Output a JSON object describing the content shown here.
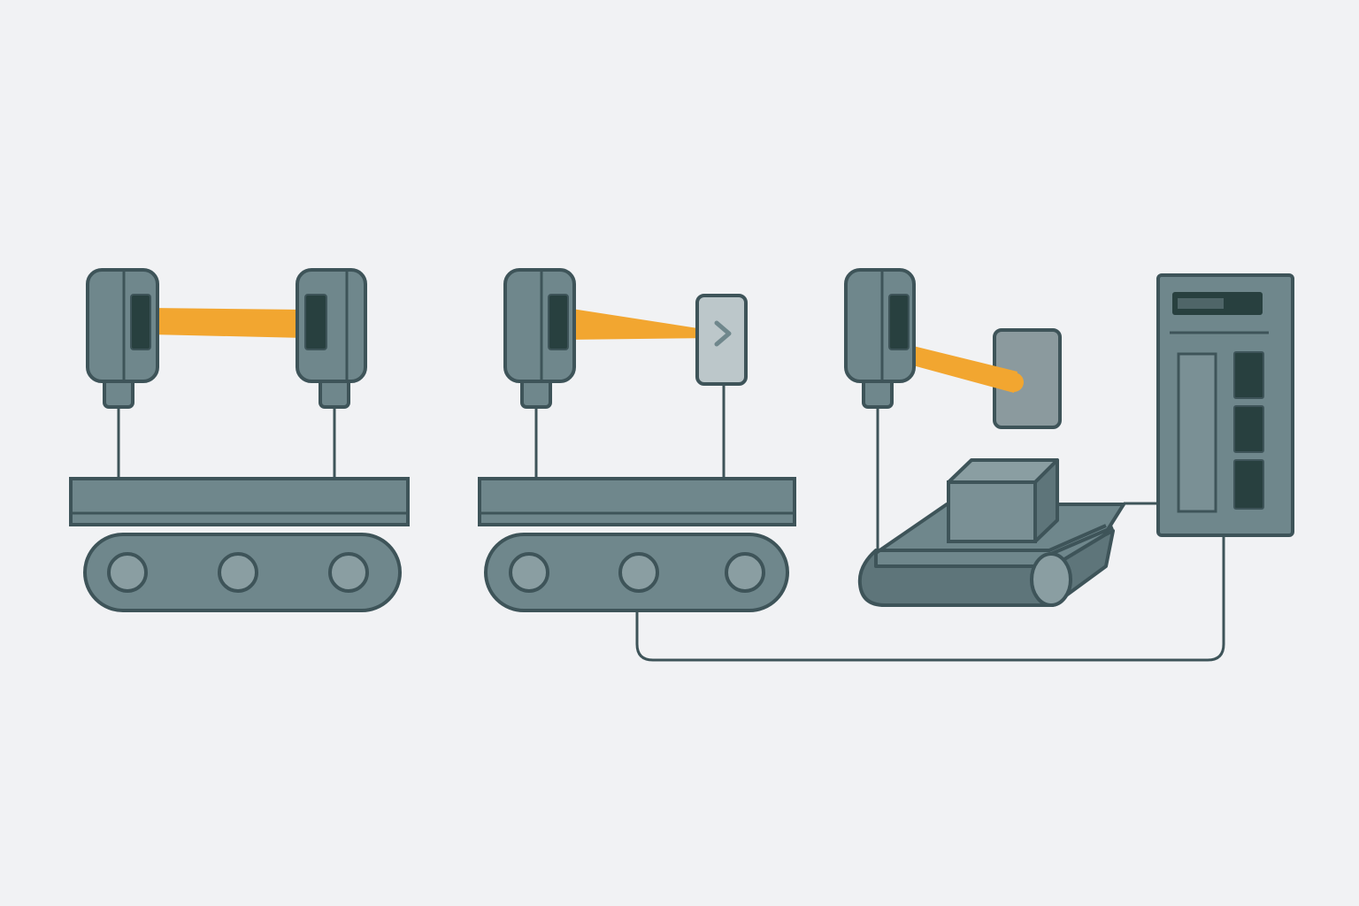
{
  "diagram": {
    "panels": [
      {
        "id": "through-beam",
        "components": [
          "emitter",
          "receiver",
          "conveyor"
        ],
        "beam": "straight"
      },
      {
        "id": "retro-reflective",
        "components": [
          "sensor",
          "reflector",
          "conveyor"
        ],
        "beam": "converging"
      },
      {
        "id": "diffuse",
        "components": [
          "sensor",
          "target",
          "angled-conveyor",
          "box"
        ],
        "beam": "angled"
      },
      {
        "id": "controller",
        "components": [
          "display",
          "modules"
        ]
      }
    ]
  },
  "colors": {
    "background": "#f1f2f4",
    "body": "#6f878c",
    "body_dark": "#5e757a",
    "outline": "#3e5459",
    "window": "#28403f",
    "beam": "#f2a630",
    "reflector": "#bcc7ca",
    "target": "#8b9a9e"
  },
  "icons": [
    "laser-sensor-icon",
    "reflector-icon",
    "conveyor-icon",
    "box-icon",
    "controller-icon"
  ]
}
